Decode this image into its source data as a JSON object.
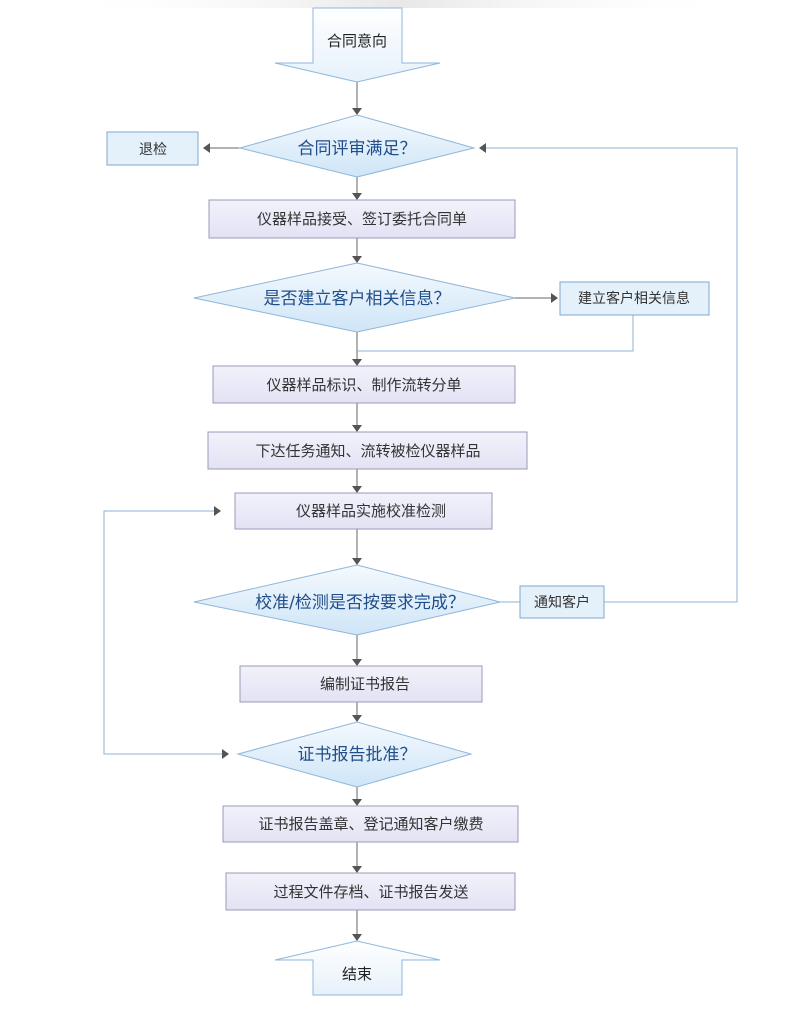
{
  "start_label": "合同意向",
  "end_label": "结束",
  "nodes": {
    "contract_review": "合同评审满足？",
    "return_label": "退检",
    "receive_sign": "仪器样品接受、签订委托合同单",
    "customer_info_q": "是否建立客户相关信息？",
    "create_customer_info": "建立客户相关信息",
    "label_transfer": "仪器样品标识、制作流转分单",
    "assign_task": "下达任务通知、流转被检仪器样品",
    "perform_calibration": "仪器样品实施校准检测",
    "calibration_done_q": "校准/检测是否按要求完成？",
    "notify_customer": "通知客户",
    "compile_report": "编制证书报告",
    "report_approved_q": "证书报告批准？",
    "stamp_register": "证书报告盖章、登记通知客户缴费",
    "archive_send": "过程文件存档、证书报告发送"
  },
  "colors": {
    "process_fill": "#e9e9f7",
    "process_stroke": "#9a9ab8",
    "decision_fill": "#dcedfa",
    "decision_stroke": "#8fb6d8",
    "side_fill": "#e4f1fb",
    "side_stroke": "#7ea8cc",
    "connector": "#555555",
    "loop_line": "#8fb3d0",
    "decision_text": "#1f4e8a"
  }
}
